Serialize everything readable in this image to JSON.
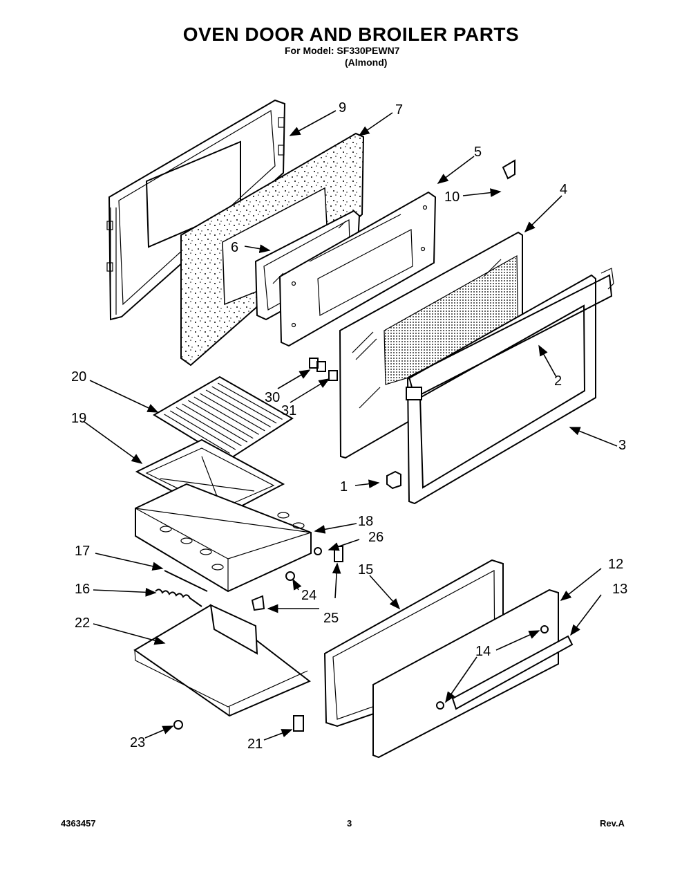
{
  "header": {
    "title": "OVEN DOOR AND BROILER PARTS",
    "model": "For Model: SF330PEWN7",
    "color": "(Almond)"
  },
  "callouts": [
    "1",
    "2",
    "3",
    "4",
    "5",
    "6",
    "7",
    "9",
    "10",
    "12",
    "13",
    "14",
    "15",
    "16",
    "17",
    "18",
    "19",
    "20",
    "21",
    "22",
    "23",
    "24",
    "25",
    "26",
    "30",
    "31"
  ],
  "footer": {
    "doc_number": "4363457",
    "page": "3",
    "revision": "Rev.A"
  }
}
